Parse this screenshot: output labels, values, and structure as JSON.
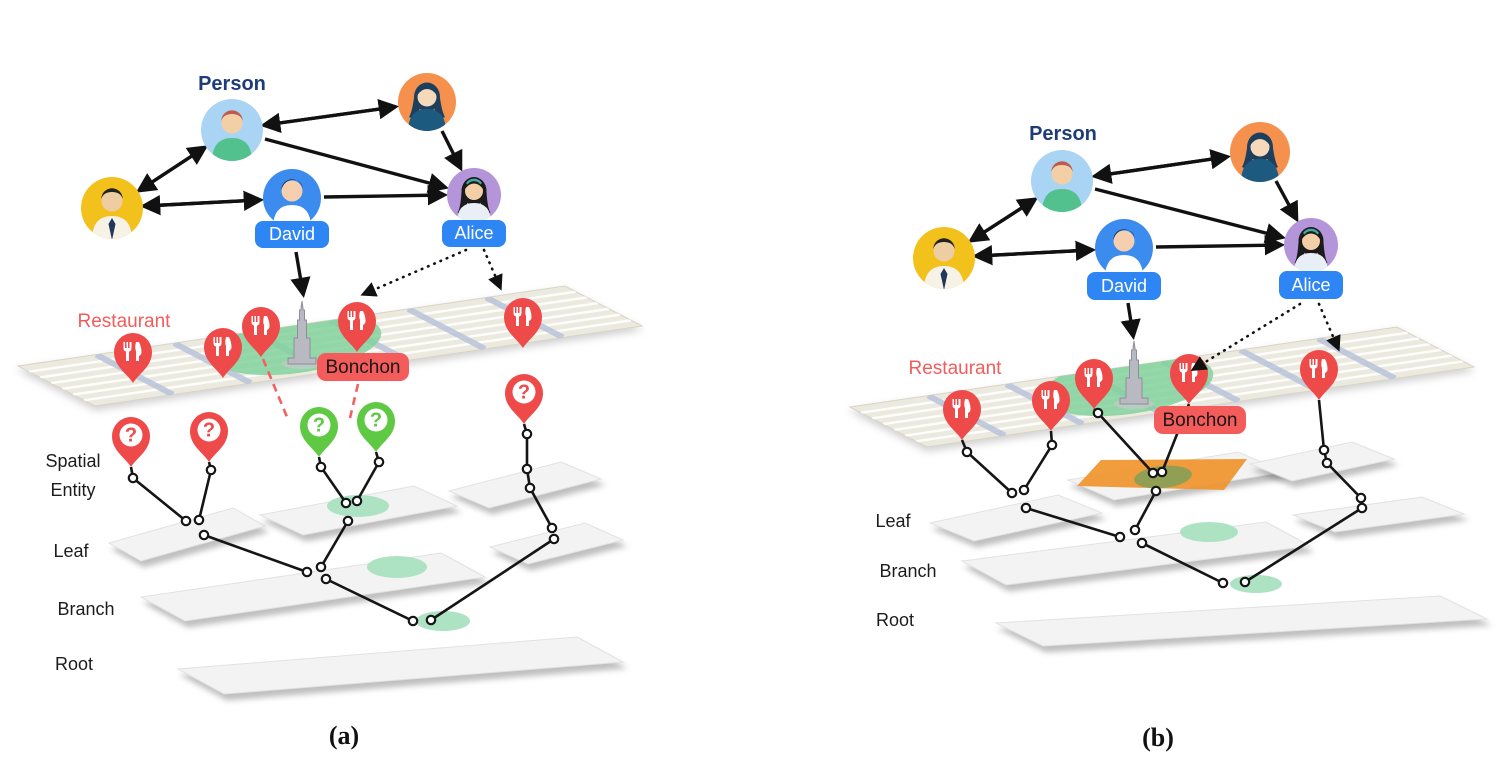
{
  "figure": {
    "colors": {
      "pin_red": "#ef4a4a",
      "pin_green": "#5fc944",
      "chip_blue": "#2e86f5",
      "bonchon_red": "#f45b5b",
      "highlight_orange": "#f0942d",
      "mint_green": "#a9e2c0",
      "person_label_navy": "#1e3c78",
      "restaurant_label_red": "#f25c5c"
    },
    "panel_a": {
      "caption": "(a)",
      "person_class": "Person",
      "restaurant_class": "Restaurant",
      "person_david": "David",
      "person_alice": "Alice",
      "restaurant_name": "Bonchon",
      "question_mark": "?",
      "levels": {
        "spatial_line1": "Spatial",
        "spatial_line2": "Entity",
        "leaf": "Leaf",
        "branch": "Branch",
        "root": "Root"
      }
    },
    "panel_b": {
      "caption": "(b)",
      "person_class": "Person",
      "restaurant_class": "Restaurant",
      "person_david": "David",
      "person_alice": "Alice",
      "restaurant_name": "Bonchon",
      "levels": {
        "leaf": "Leaf",
        "branch": "Branch",
        "root": "Root"
      }
    }
  }
}
